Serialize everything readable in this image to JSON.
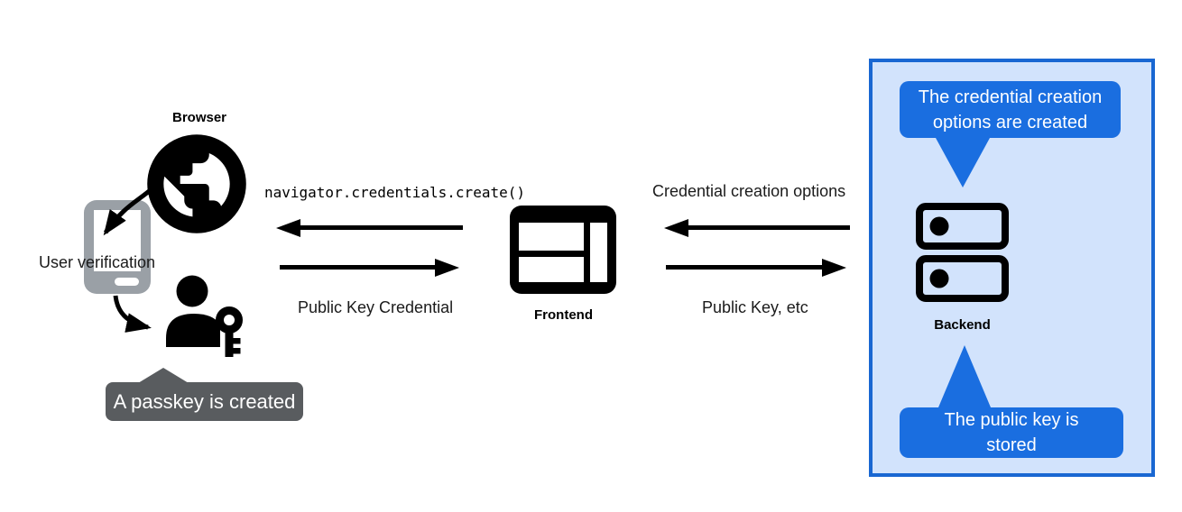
{
  "colors": {
    "background": "#ffffff",
    "icon_black": "#000000",
    "device_gray": "#9aa0a6",
    "dark_tooltip_bg": "#595c5f",
    "blue_tooltip_bg": "#1a6ee0",
    "panel_bg": "#d2e3fc",
    "panel_border": "#1967d2",
    "tooltip_text": "#ffffff"
  },
  "browser": {
    "label": "Browser",
    "icon": "globe-icon"
  },
  "user_verification": {
    "label": "User verification",
    "device_icon": "smartphone-icon",
    "user_icon": "person-with-key-icon",
    "tooltip": "A passkey is created"
  },
  "frontend": {
    "label": "Frontend",
    "icon": "browser-window-icon"
  },
  "backend": {
    "label": "Backend",
    "icon": "server-stack-icon",
    "tooltip_top": "The credential creation options are created",
    "tooltip_bottom": "The public key is stored"
  },
  "messages": {
    "frontend_to_browser": "navigator.credentials.create()",
    "browser_to_frontend": "Public Key Credential",
    "backend_to_frontend": "Credential creation options",
    "frontend_to_backend": "Public Key, etc"
  }
}
